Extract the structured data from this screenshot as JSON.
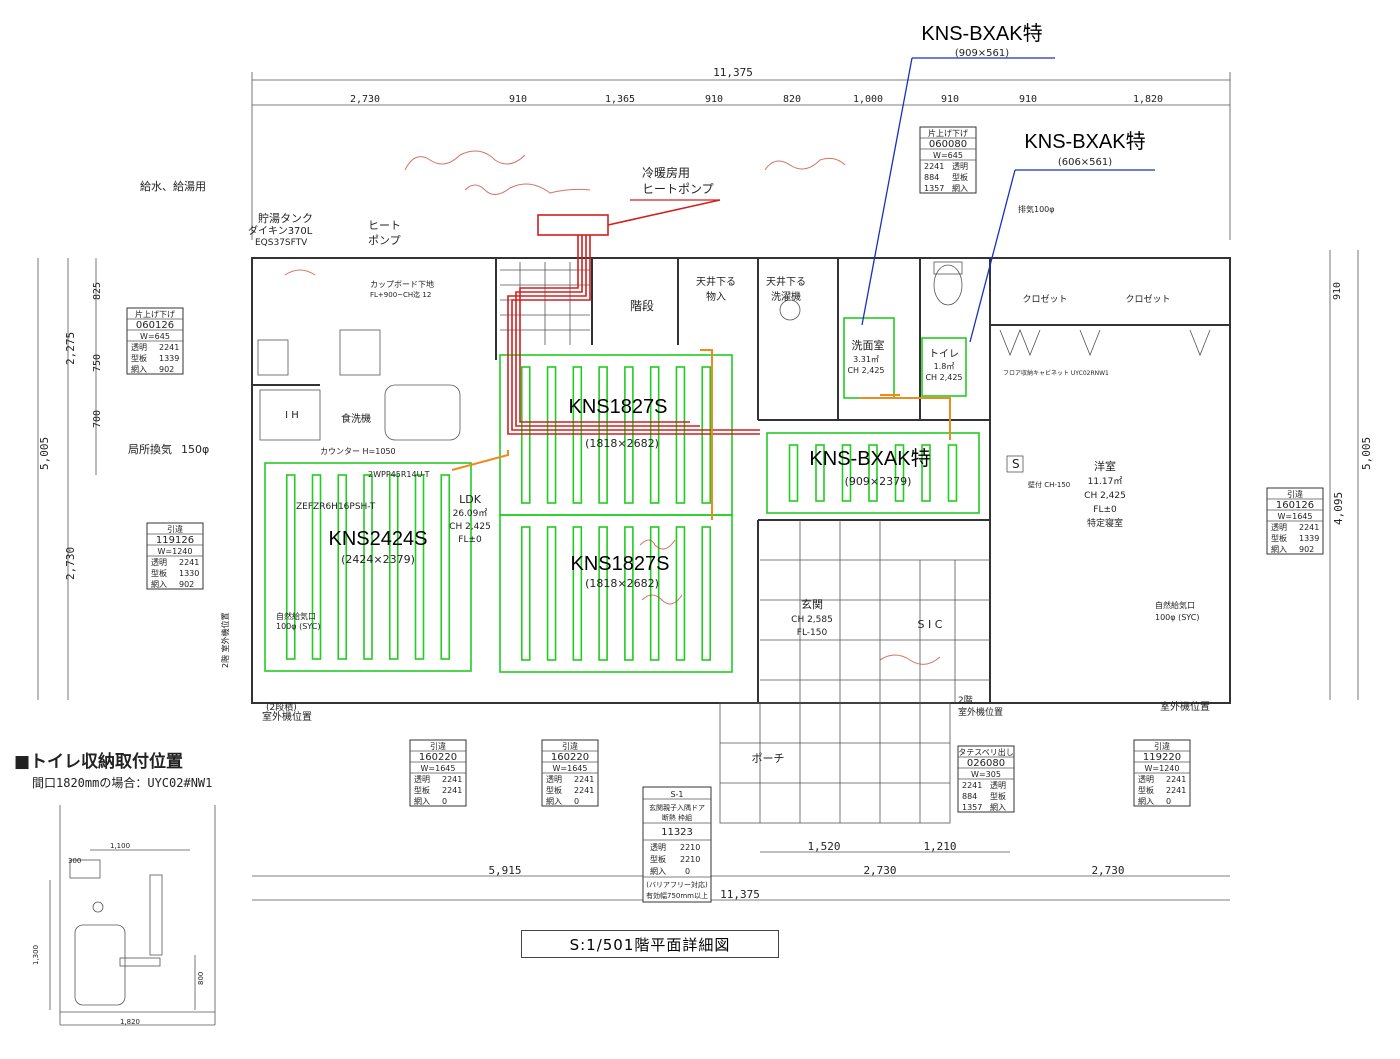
{
  "callouts": {
    "kns_bxak_1": {
      "name": "KNS-BXAK特",
      "size": "(909×561)"
    },
    "kns_bxak_2": {
      "name": "KNS-BXAK特",
      "size": "(606×561)"
    },
    "heat_pump": {
      "line1": "冷暖房用",
      "line2": "ヒートポンプ"
    }
  },
  "panels": [
    {
      "name": "KNS1827S",
      "size": "(1818×2682)"
    },
    {
      "name": "KNS1827S",
      "size": "(1818×2682)"
    },
    {
      "name": "KNS2424S",
      "size": "(2424×2379)"
    },
    {
      "name": "KNS-BXAK特",
      "size": "(909×2379)"
    }
  ],
  "dimensions": {
    "top_total": "11,375",
    "top_segments": [
      "2,730",
      "910",
      "1,365",
      "910",
      "820",
      "1,000",
      "910",
      "910",
      "1,820"
    ],
    "left": [
      "825",
      "750",
      "700",
      "2,275",
      "5,005",
      "2,730"
    ],
    "right": [
      "910",
      "5,005",
      "4,095"
    ],
    "bottom_total": "11,375",
    "bottom_segments": [
      "5,915",
      "2,730",
      "2,730"
    ],
    "bottom_mid": [
      "1,520",
      "1,210"
    ]
  },
  "rooms": {
    "ldk": {
      "name": "LDK",
      "area": "26.09㎡",
      "ch": "CH 2,425",
      "fl": "FL±0"
    },
    "western": {
      "name": "洋室",
      "area": "11.17㎡",
      "ch": "CH 2,425",
      "fl": "FL±0",
      "note": "特定寝室"
    },
    "washroom": {
      "name": "洗面室",
      "area": "3.31㎡",
      "ch": "CH 2,425"
    },
    "toilet": {
      "name": "トイレ",
      "area": "1.8㎡",
      "ch": "CH 2,425"
    },
    "entrance": {
      "name": "玄関",
      "ch": "CH 2,585",
      "fl": "FL-150"
    },
    "sic": "S I C",
    "porch": "ポーチ",
    "stairs": "階段",
    "storage": "物入",
    "laundry": "洗濯機",
    "ceiling_down1": "天井下る",
    "ceiling_down2": "天井下る",
    "closet1": "クロゼット",
    "closet2": "クロゼット",
    "dishwasher": "食洗機",
    "ih": "I H",
    "kitchen_counter": "カウンター H=1050",
    "cupboard": "カップボード下地",
    "cupboard_fl": "FL+900~CH迄 12"
  },
  "labels": {
    "water": "給水、給湯用",
    "tank_1": "貯湯タンク",
    "tank_2": "ダイキン370L",
    "tank_3": "EQS37SFTV",
    "heat_label_1": "ヒート",
    "heat_label_2": "ポンプ",
    "outdoor_unit_2f": "(2段積)",
    "outdoor_unit_pos": "室外機位置",
    "outdoor_unit_pos2": "室外機位置",
    "local_vent": "局所換気",
    "local_vent_val": "150φ",
    "air_inlet": "自然給気口",
    "air_inlet_val": "100φ (SYC)",
    "air_inlet2": "自然給気口",
    "air_inlet2_val": "100φ (SYC)",
    "ch_wall": "壁付 CH-150",
    "heating_model": "ZEFZR6H16PSH-T",
    "aux_model": "2WPP45R14U-T",
    "exhaust": "排気100φ",
    "second_floor_unit": "2階",
    "second_floor_unit2": "室外機位置",
    "up_down": "片上げ下げ",
    "toilet_storage": "フロア収納キャビネット UYC02RNW1"
  },
  "windows": [
    {
      "type": "片上げ下げ",
      "code": "060126",
      "w": "W=645",
      "rows": [
        [
          "透明",
          "2241"
        ],
        [
          "型板",
          "1339"
        ],
        [
          "網入",
          "902"
        ]
      ]
    },
    {
      "type": "片上げ下げ",
      "code": "060080",
      "w": "W=645",
      "rows": [
        [
          "2241",
          "透明"
        ],
        [
          "884",
          "型板"
        ],
        [
          "1357",
          "網入"
        ]
      ]
    },
    {
      "type": "引違",
      "code": "119126",
      "w": "W=1240",
      "rows": [
        [
          "透明",
          "2241"
        ],
        [
          "型板",
          "1330"
        ],
        [
          "網入",
          "902"
        ]
      ]
    },
    {
      "type": "引違",
      "code": "160126",
      "w": "W=1645",
      "rows": [
        [
          "透明",
          "2241"
        ],
        [
          "型板",
          "1339"
        ],
        [
          "網入",
          "902"
        ]
      ]
    },
    {
      "type": "引違",
      "code": "160220",
      "w": "W=1645",
      "rows": [
        [
          "透明",
          "2241"
        ],
        [
          "型板",
          "2241"
        ],
        [
          "網入",
          "0"
        ]
      ]
    },
    {
      "type": "引違",
      "code": "160220",
      "w": "W=1645",
      "rows": [
        [
          "透明",
          "2241"
        ],
        [
          "型板",
          "2241"
        ],
        [
          "網入",
          "0"
        ]
      ]
    },
    {
      "type": "タテスベリ出し",
      "code": "026080",
      "w": "W=305",
      "rows": [
        [
          "2241",
          "透明"
        ],
        [
          "884",
          "型板"
        ],
        [
          "1357",
          "網入"
        ]
      ]
    },
    {
      "type": "引違",
      "code": "119220",
      "w": "W=1240",
      "rows": [
        [
          "透明",
          "2241"
        ],
        [
          "型板",
          "2241"
        ],
        [
          "網入",
          "0"
        ]
      ]
    }
  ],
  "door": {
    "head": "S-1",
    "line1": "玄関親子入隅ドア",
    "line2": "断熱 枠組",
    "code": "11323",
    "rows": [
      [
        "透明",
        "2210"
      ],
      [
        "型板",
        "2210"
      ],
      [
        "網入",
        "0"
      ]
    ],
    "note1": "(バリアフリー対応)",
    "note2": "有効幅750mm以上"
  },
  "toilet_section": {
    "title": "■トイレ収納取付位置",
    "subtitle": "間口1820mmの場合：UYC02#NW1",
    "dims": [
      "300",
      "1,100",
      "1,300",
      "800",
      "1,820"
    ]
  },
  "footer_title": "S:1/501階平面詳細図"
}
